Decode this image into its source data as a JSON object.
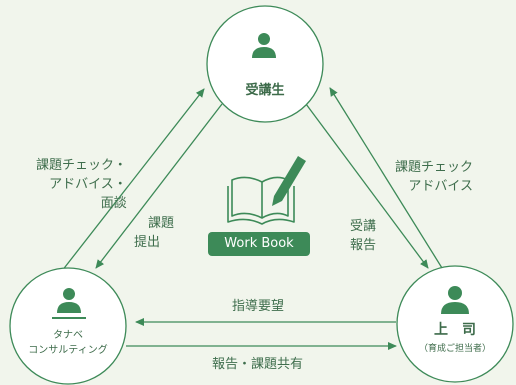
{
  "nodes": {
    "top": {
      "label": "受講生"
    },
    "left": {
      "label_line1": "タナベ",
      "label_line2": "コンサルティング"
    },
    "right": {
      "label": "上　司",
      "sublabel": "（育成ご担当者）"
    }
  },
  "edges": {
    "left_outer": [
      "課題チェック・",
      "アドバイス・",
      "面談"
    ],
    "left_inner": [
      "課題",
      "提出"
    ],
    "right_outer": [
      "課題チェック",
      "アドバイス"
    ],
    "right_inner": [
      "受講",
      "報告"
    ],
    "bottom_top": "指導要望",
    "bottom_bottom": "報告・課題共有"
  },
  "center": {
    "badge": "Work Book"
  },
  "icons": [
    "person-icon",
    "book-pen-icon"
  ],
  "colors": {
    "background": "#f1f5ec",
    "green": "#3d8a58",
    "text": "#3f6e4d"
  }
}
